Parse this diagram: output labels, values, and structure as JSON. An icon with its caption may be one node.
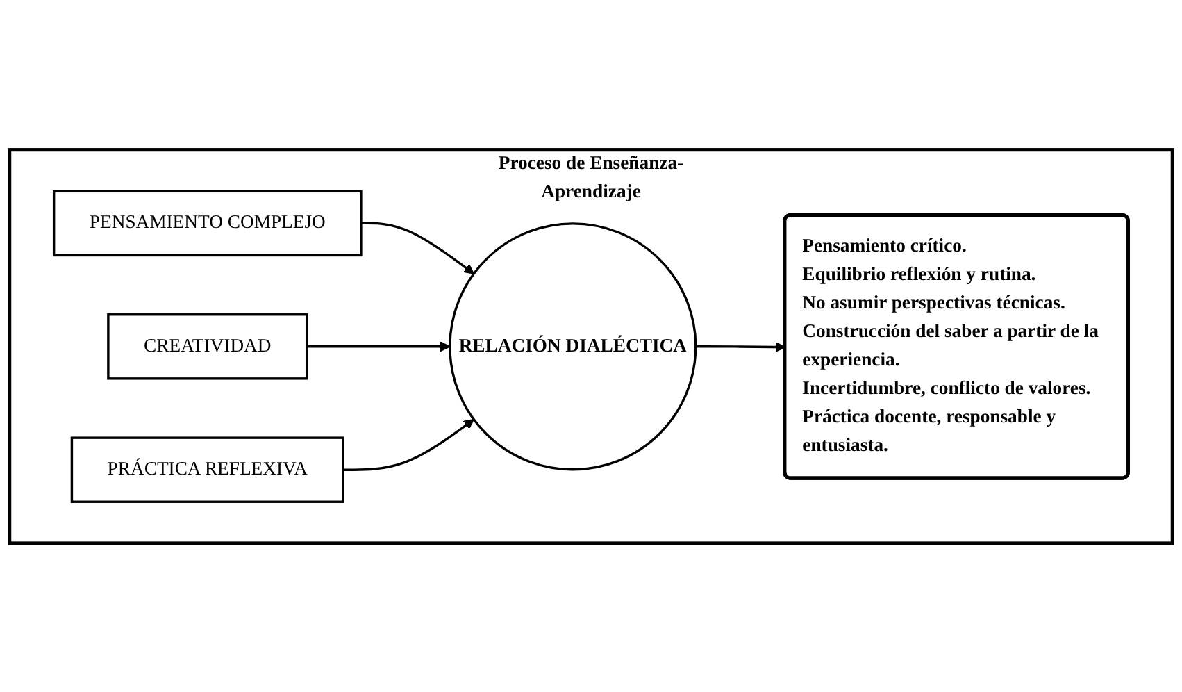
{
  "diagram": {
    "nodes": [
      {
        "text": [
          "Proceso de Enseñanza-Aprendizaje"
        ]
      },
      {
        "text": [
          "PENSAMIENTO COMPLEJO"
        ],
        "in": 0
      },
      {
        "text": [
          "CREATIVIDAD"
        ],
        "in": 0
      },
      {
        "text": [
          "RELACIÓN DIALÉCTICA"
        ],
        "in": 0
      },
      {
        "text": [
          "PRÁCTICA REFLEXIVA"
        ],
        "in": 0
      },
      {
        "text": [
          "Pensamiento crítico.",
          "Equilibrio reflexión y rutina.",
          "No asumir perspectivas técnicas.",
          "Construcción del saber a partir de la experiencia.",
          "Incertidumbre, conflicto de valores.",
          "Práctica docente, responsable y entusiasta."
        ],
        "in": 0
      }
    ],
    "edges": [
      {
        "from": 1,
        "to": 3,
        "arrow": "to"
      },
      {
        "from": 2,
        "to": 3,
        "arrow": "to"
      },
      {
        "from": 4,
        "to": 3,
        "arrow": "to"
      },
      {
        "from": 3,
        "to": 5,
        "arrow": "to"
      }
    ]
  }
}
